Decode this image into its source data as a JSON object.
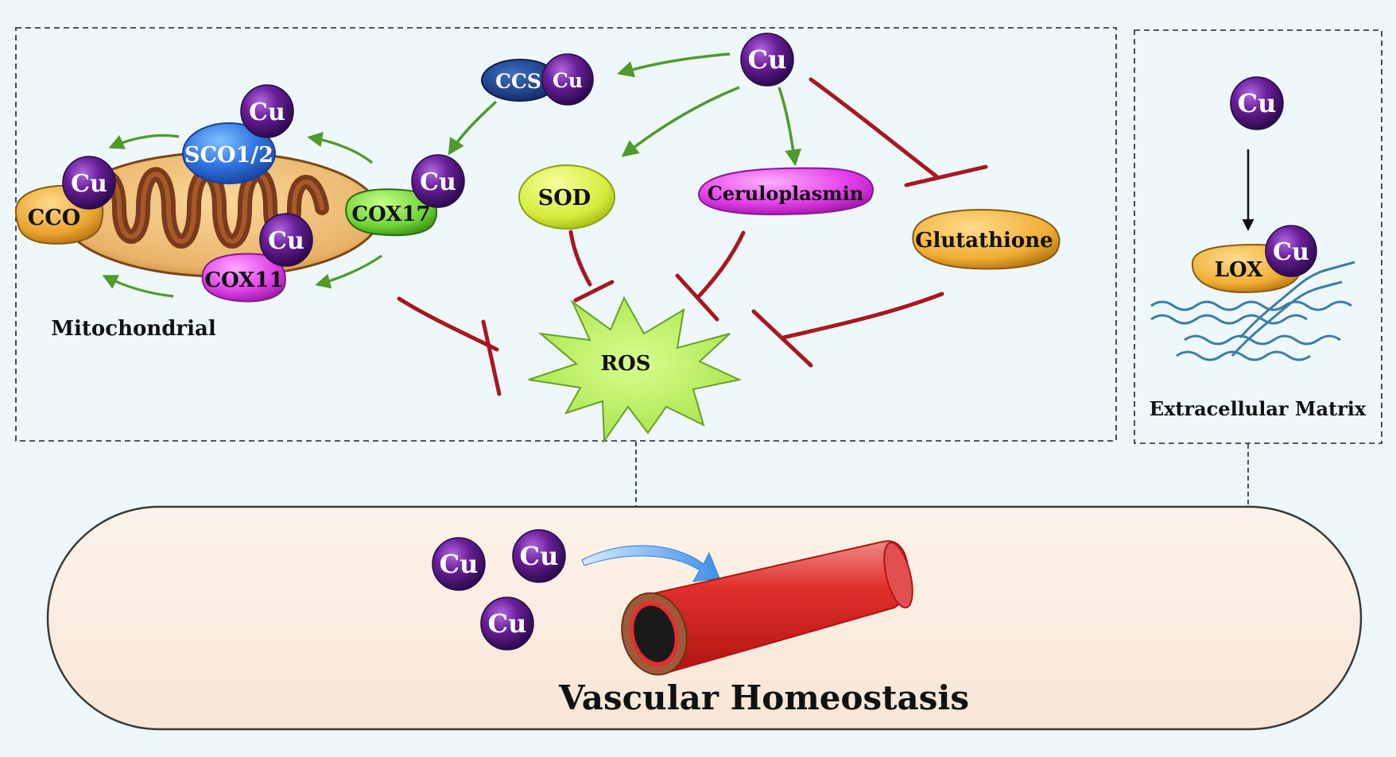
{
  "cu_label": "Cu",
  "top_panel": {
    "ccs": "CCS",
    "sod": "SOD",
    "ceruloplasmin": "Ceruloplasmin",
    "glutathione": "Glutathione",
    "ros": "ROS",
    "mitochondria": {
      "caption": "Mitochondrial",
      "sco": "SCO1/2",
      "cco": "CCO",
      "cox17": "COX17",
      "cox11": "COX11"
    }
  },
  "ecm_panel": {
    "lox": "LOX",
    "caption": "Extracellular Matrix"
  },
  "bottom_panel": {
    "title": "Vascular Homeostasis"
  },
  "colors": {
    "background": "#eef7f9",
    "activation_arrow": "#4f9a2a",
    "inhibition": "#a8181f",
    "cu_ball": "#6a1f9a",
    "ros_star": "#b9ee5a",
    "sod": "#d4ec3c",
    "ceruloplasmin": "#e23ae8",
    "glutathione": "#f3b440",
    "lox": "#f3b440",
    "vessel": "#d8221f",
    "homeostasis_band": "#fbece0"
  }
}
